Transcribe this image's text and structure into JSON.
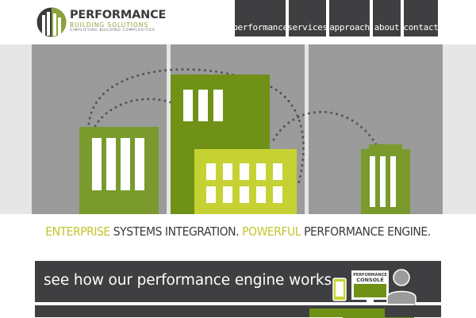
{
  "logo": {
    "title": "PERFORMANCE",
    "subtitle": "BUILDING SOLUTIONS",
    "tagline": "SIMPLIFYING BUILDING COMPLEXITIES"
  },
  "nav": {
    "items": [
      {
        "label": "performance"
      },
      {
        "label": "services"
      },
      {
        "label": "approach"
      },
      {
        "label": "about"
      },
      {
        "label": "contact"
      }
    ]
  },
  "tagline": {
    "part1": "ENTERPRISE",
    "part2": " SYSTEMS INTEGRATION. ",
    "part3": "POWERFUL",
    "part4": " PERFORMANCE ENGINE."
  },
  "cta": {
    "label": "see how our performance engine works",
    "console_line1": "PERFORMANCE",
    "console_line2": "CONSOLE"
  },
  "colors": {
    "dark": "#3f3f41",
    "green_dark": "#6f9116",
    "green_mid": "#7a9a2e",
    "green_light": "#c6d233",
    "accent_text": "#c2c52c",
    "panel_gray": "#9b9b9b"
  }
}
